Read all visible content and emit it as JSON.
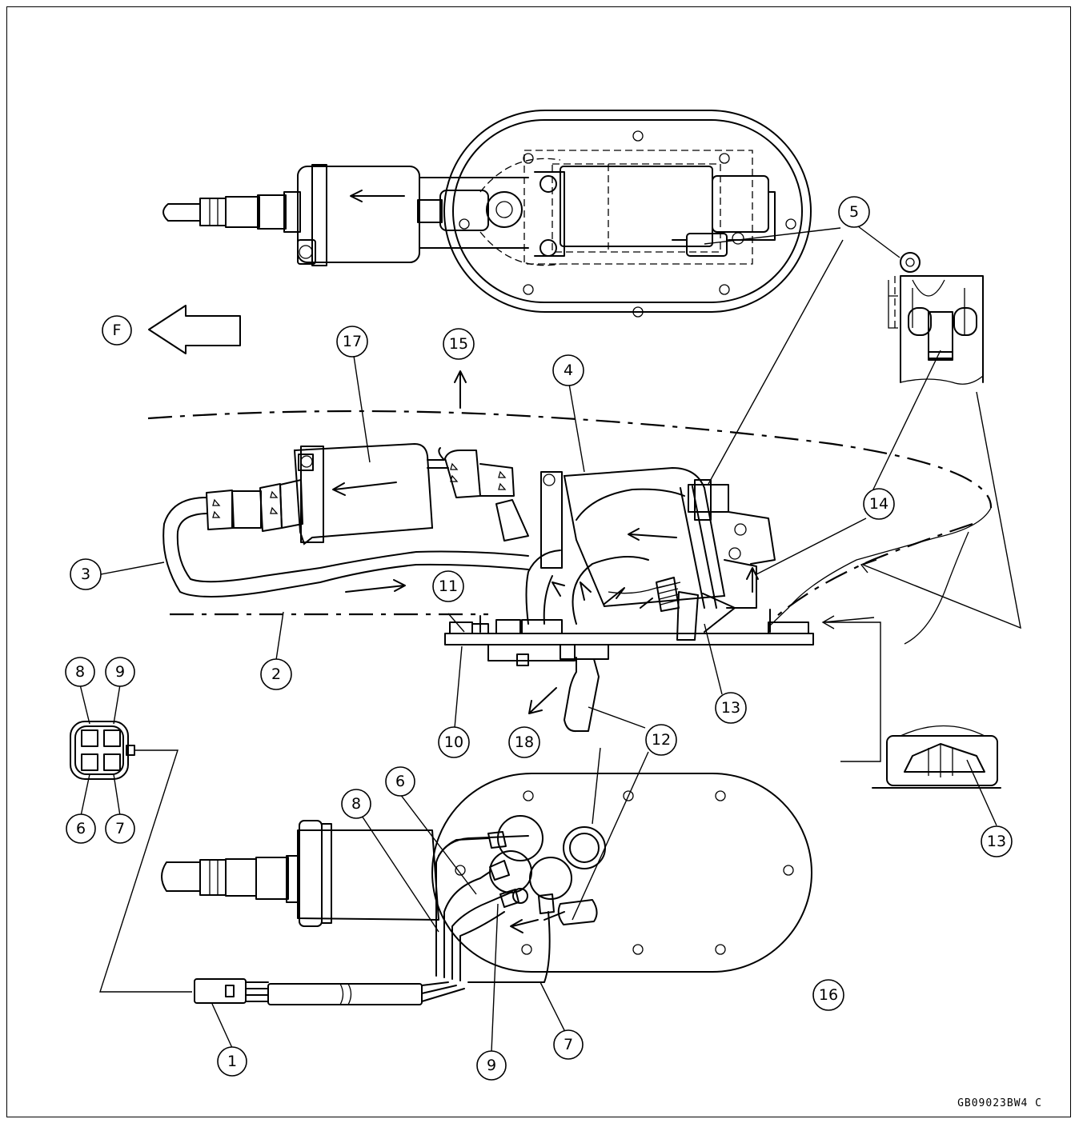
{
  "figure_code": "GB09023BW4 C",
  "direction_label": "F",
  "callouts": {
    "c1": "1",
    "c2": "2",
    "c3": "3",
    "c4": "4",
    "c5": "5",
    "c6": "6",
    "c7": "7",
    "c8": "8",
    "c9": "9",
    "c10": "10",
    "c11": "11",
    "c12": "12",
    "c13": "13",
    "c14": "14",
    "c15": "15",
    "c16": "16",
    "c17": "17",
    "c18": "18"
  }
}
